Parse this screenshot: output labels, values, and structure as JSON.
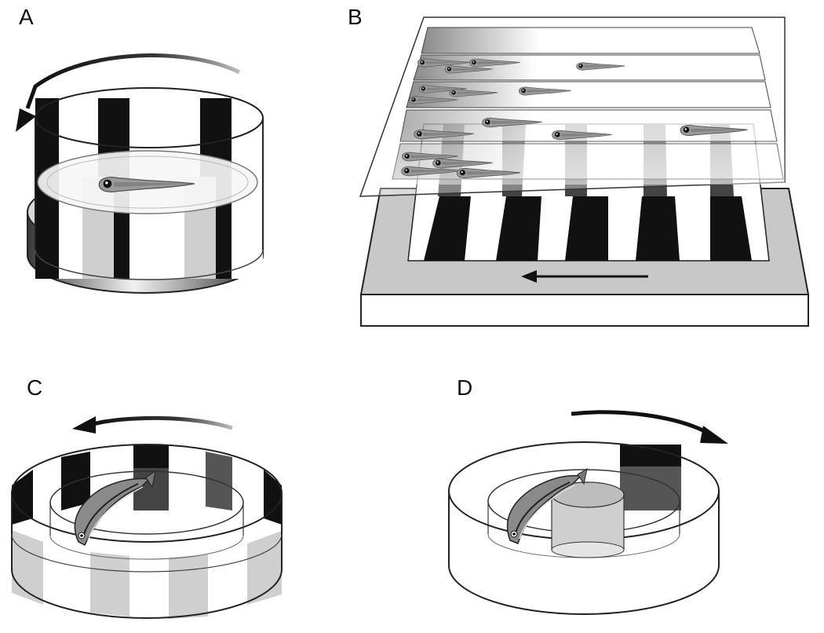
{
  "figure": {
    "panels": [
      {
        "label": "A"
      },
      {
        "label": "B"
      },
      {
        "label": "C"
      },
      {
        "label": "D"
      }
    ]
  },
  "colors": {
    "stripe_dark": "#111111",
    "stripe_light_shadow": "#cfcfcf",
    "base_gray": "#bdbdbd",
    "outline": "#222222"
  },
  "icons": [
    "rotation-arrow-icon",
    "direction-arrow-icon",
    "larva-icon",
    "adult-fish-icon"
  ]
}
